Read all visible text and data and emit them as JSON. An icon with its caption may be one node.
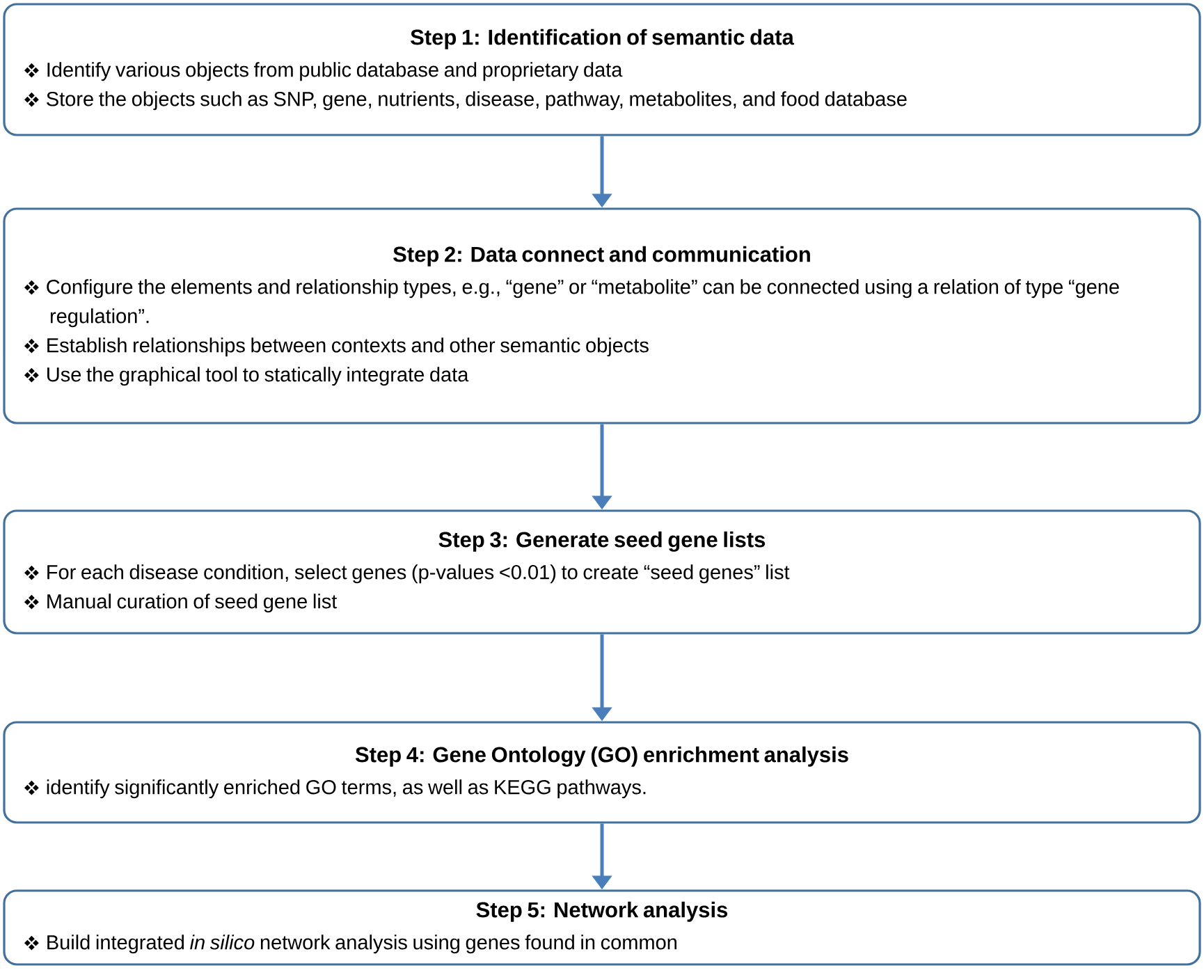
{
  "diagram": {
    "nodes": [
      {
        "text": [
          "Step 1: Identification of semantic data",
          "Identify various objects from public database and proprietary data",
          "Store the objects such as SNP, gene, nutrients, disease, pathway, metabolites, and food database"
        ]
      },
      {
        "text": [
          "Step 2: Data connect and communication",
          "Configure the elements and relationship types, e.g., “gene” or “metabolite” can be connected using a relation of type “gene regulation”.",
          "Establish relationships between contexts and other semantic objects",
          "Use the graphical tool to statically integrate data"
        ]
      },
      {
        "text": [
          "Step 3: Generate seed gene lists",
          "For each disease condition, select genes (p-values <0.01) to create “seed genes” list",
          "Manual curation of seed gene list"
        ]
      },
      {
        "text": [
          "Step 4: Gene Ontology (GO) enrichment analysis",
          "identify significantly enriched GO terms, as well as KEGG pathways."
        ]
      },
      {
        "text": [
          "Step 5: Network analysis",
          "Build integrated *in silico* network analysis using genes found in common"
        ]
      }
    ],
    "edges": [
      {
        "from": 0,
        "to": 1,
        "arrow": "to"
      },
      {
        "from": 1,
        "to": 2,
        "arrow": "to"
      },
      {
        "from": 2,
        "to": 3,
        "arrow": "to"
      },
      {
        "from": 3,
        "to": 4,
        "arrow": "to"
      }
    ]
  }
}
